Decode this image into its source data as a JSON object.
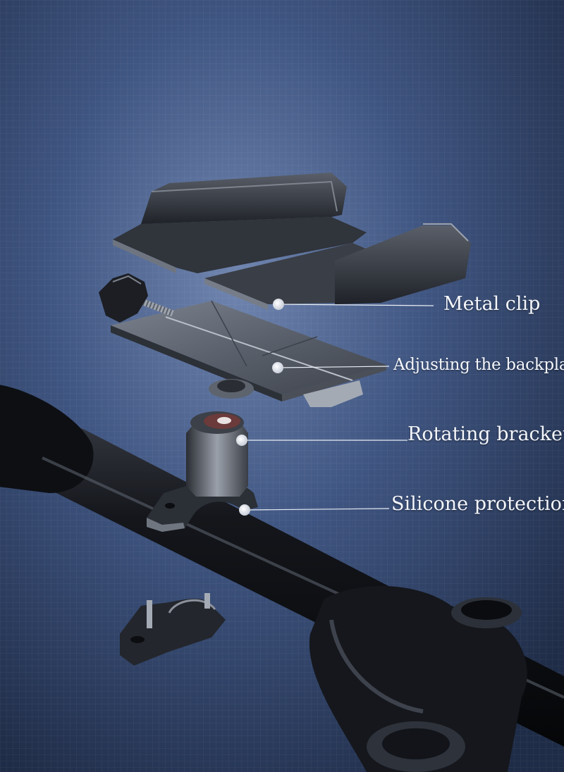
{
  "callouts": [
    {
      "id": "metal-clip",
      "label": "Metal clip"
    },
    {
      "id": "adjusting-backplane",
      "label": "Adjusting the backplane"
    },
    {
      "id": "rotating-bracket",
      "label": "Rotating bracket"
    },
    {
      "id": "silicone-protection",
      "label": "Silicone protection"
    }
  ],
  "colors": {
    "background_center": "#6a7fa8",
    "background_edge": "#1f2c47",
    "metal_dark": "#1c1f26",
    "metal_mid": "#4a4f5a",
    "metal_light": "#8d939e",
    "leader_line": "#e9edf5"
  }
}
